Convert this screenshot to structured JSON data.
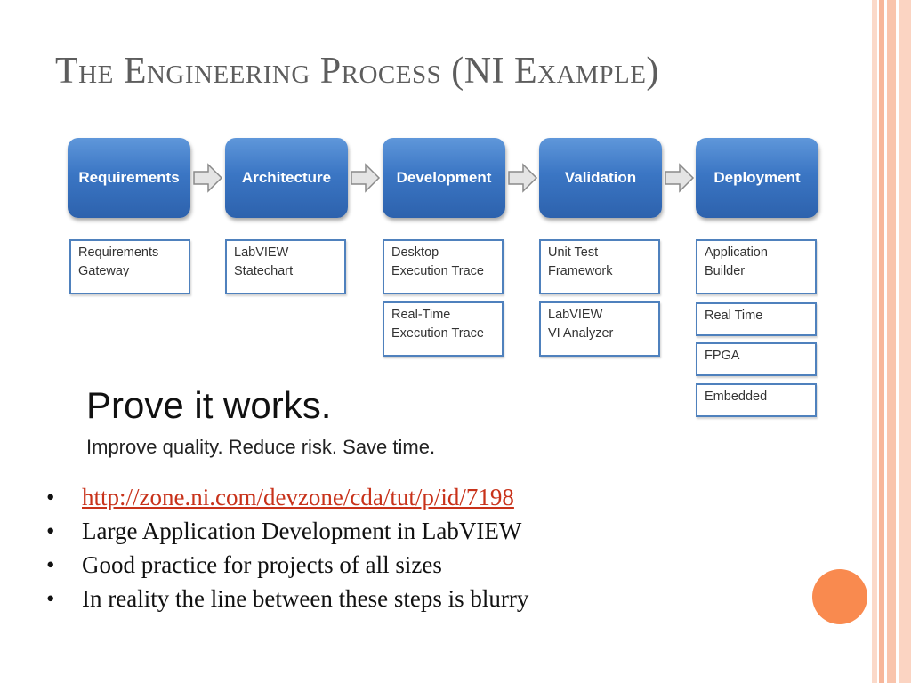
{
  "slide": {
    "title": "The Engineering Process (NI Example)"
  },
  "diagram": {
    "stages": [
      {
        "label": "Requirements",
        "items": [
          "Requirements\nGateway"
        ]
      },
      {
        "label": "Architecture",
        "items": [
          "LabVIEW\nStatechart"
        ]
      },
      {
        "label": "Development",
        "items": [
          "Desktop\nExecution Trace",
          "Real-Time\nExecution Trace"
        ]
      },
      {
        "label": "Validation",
        "items": [
          "Unit Test\nFramework",
          "LabVIEW\nVI Analyzer"
        ]
      },
      {
        "label": "Deployment",
        "items": [
          "Application\nBuilder",
          "Real Time",
          "FPGA",
          "Embedded"
        ]
      }
    ],
    "tagline": "Prove it works.",
    "subtagline": "Improve quality. Reduce risk. Save time."
  },
  "bullets": [
    {
      "text": "http://zone.ni.com/devzone/cda/tut/p/id/7198",
      "link": true
    },
    {
      "text": "Large Application Development in LabVIEW",
      "link": false
    },
    {
      "text": "Good practice for projects of all sizes",
      "link": false
    },
    {
      "text": "In reality the line between these steps is blurry",
      "link": false
    }
  ],
  "colors": {
    "stage_blue": "#3b76c4",
    "box_border": "#4f81bd",
    "link": "#c8321a",
    "accent_dot": "#f98a4f",
    "title": "#5d5d5d"
  },
  "icons": {
    "stage_connector": "arrow-right-icon",
    "bullet": "bullet-dot-icon",
    "decoration": "orange-circle-icon"
  }
}
